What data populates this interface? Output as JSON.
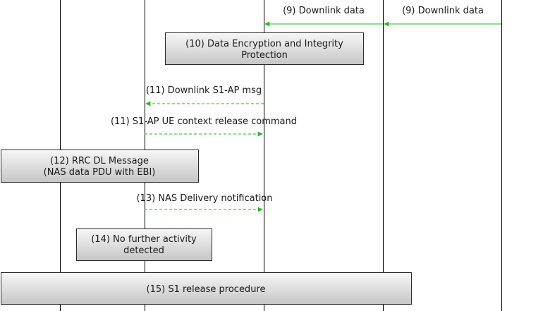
{
  "diagram": {
    "type": "sequence",
    "colors": {
      "arrow": "#22bb22",
      "lifeline": "#000000",
      "box_fill_top": "#f7f7f7",
      "box_fill_bottom": "#c6c6c6",
      "text": "#1a1a1a"
    },
    "messages": [
      {
        "label": "(9) Downlink data",
        "style": "solid",
        "direction": "left"
      },
      {
        "label": "(9) Downlink data",
        "style": "solid",
        "direction": "left"
      },
      {
        "label": "(11) Downlink S1-AP msg",
        "style": "dashed",
        "direction": "left"
      },
      {
        "label": "(11) S1-AP UE context release command",
        "style": "dashed",
        "direction": "right"
      },
      {
        "label": "(13) NAS Delivery notification",
        "style": "dashed",
        "direction": "right"
      }
    ],
    "steps": [
      {
        "lines": [
          "(10) Data Encryption and Integrity",
          "Protection"
        ]
      },
      {
        "lines": [
          "(12) RRC DL Message",
          "(NAS data PDU with EBI)"
        ]
      },
      {
        "lines": [
          "(14) No further activity",
          "detected"
        ]
      },
      {
        "lines": [
          "(15) S1 release procedure"
        ]
      }
    ]
  }
}
